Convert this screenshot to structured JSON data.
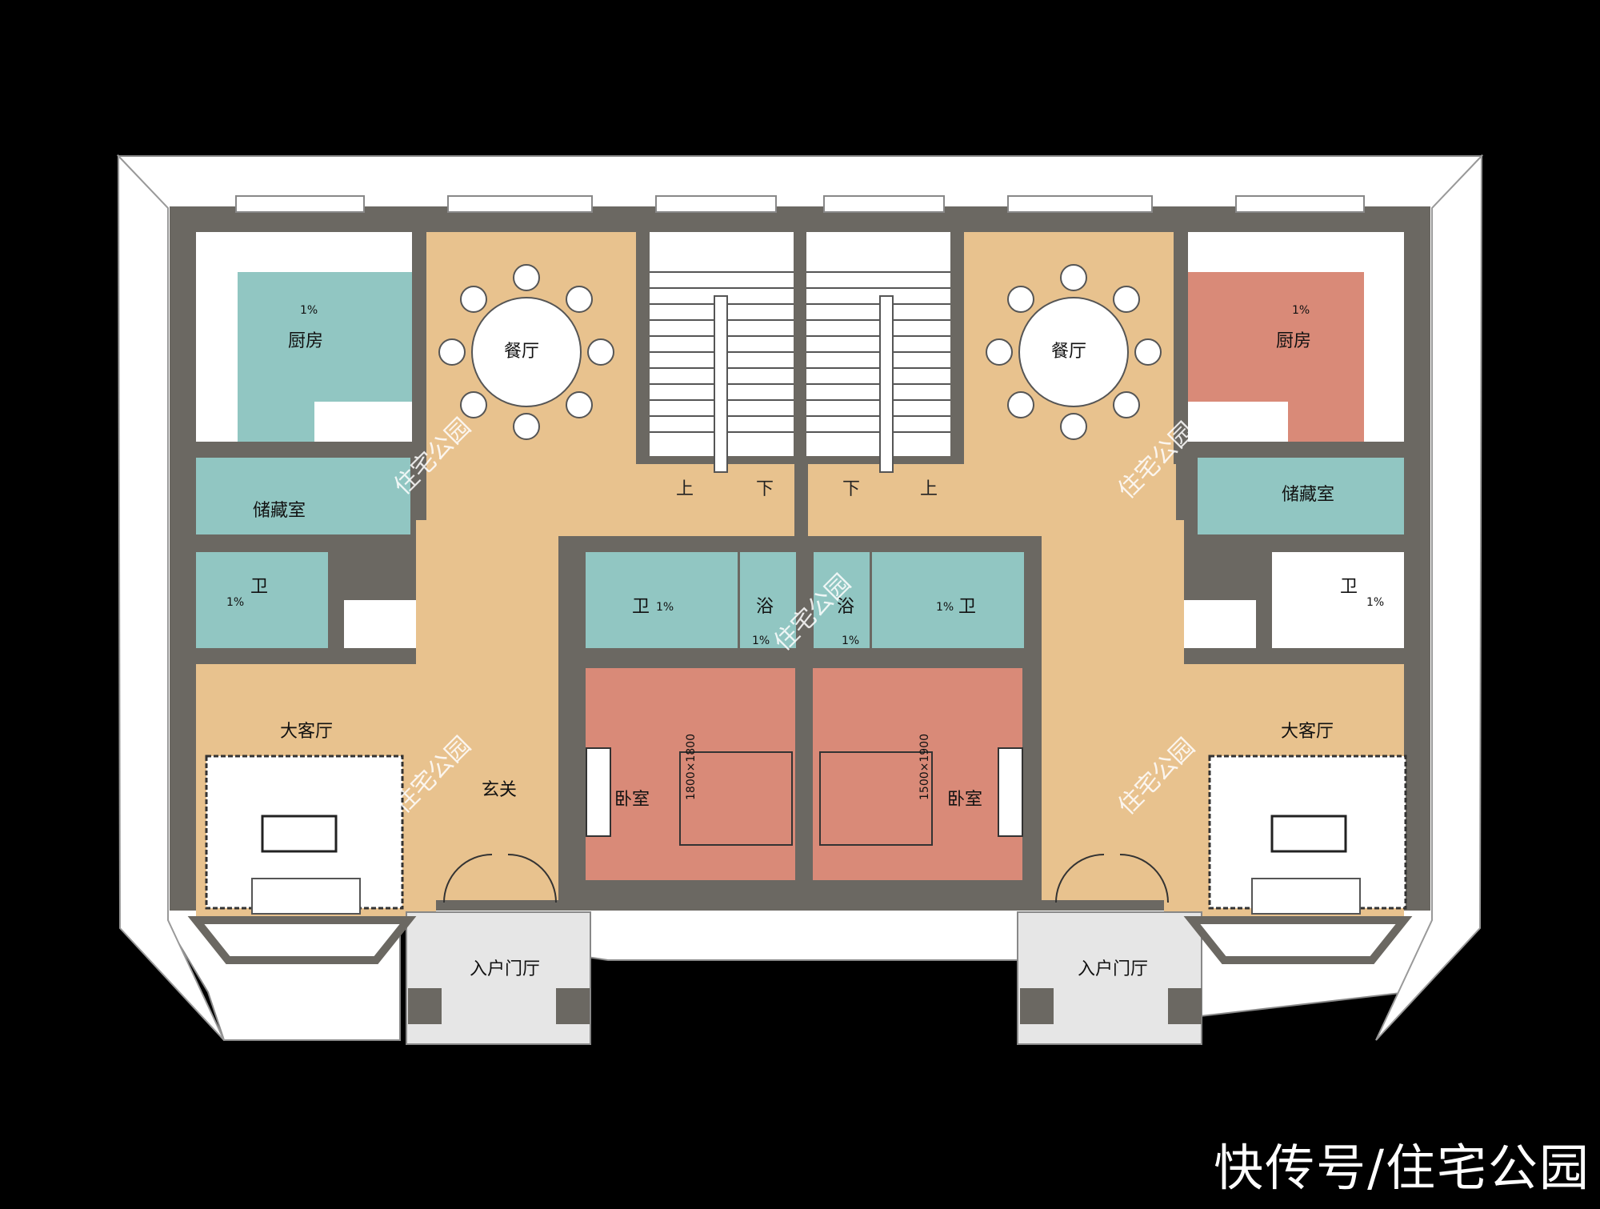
{
  "rooms": {
    "kitchen": "厨房",
    "dining": "餐厅",
    "storage": "储藏室",
    "toilet": "卫",
    "bath": "浴",
    "living": "大客厅",
    "foyer": "玄关",
    "bedroom": "卧室",
    "entry_hall": "入户门厅"
  },
  "stairs": {
    "up": "上",
    "down": "下"
  },
  "slope": "1%",
  "bed_size_left": "1800×1800",
  "bed_size_right": "1500×1900",
  "watermark": "住宅公园",
  "footer_watermark": "快传号/住宅公园",
  "colors": {
    "wall": "#6b6862",
    "floor_beige": "#e8c28e",
    "wet_teal": "#91c6c2",
    "bedroom_salmon": "#d98a78",
    "kitchen_right": "#d98a78",
    "white_area": "#ffffff",
    "background": "#000000"
  }
}
